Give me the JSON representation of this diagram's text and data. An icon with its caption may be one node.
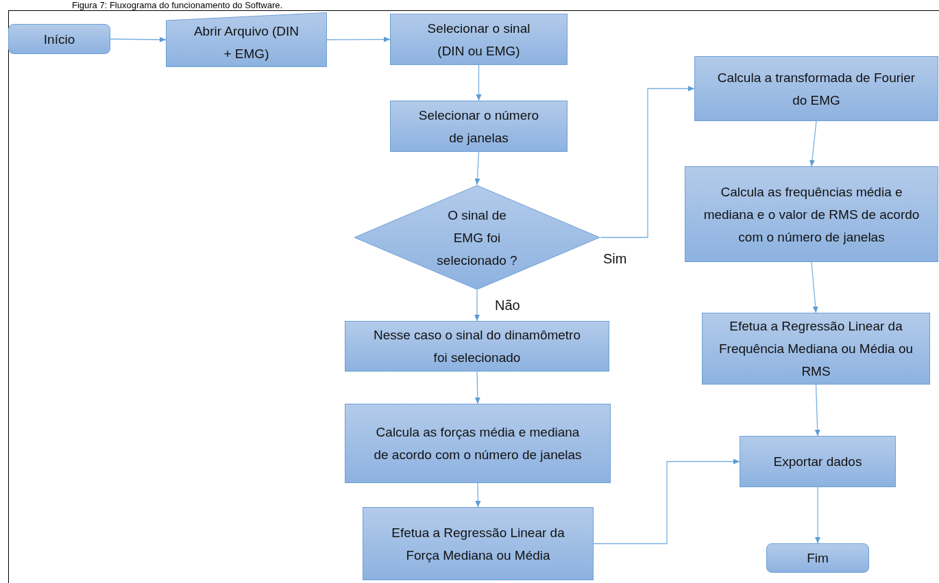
{
  "diagram": {
    "title": "Figura 7: Fluxograma do funcionamento do Software.",
    "nodes": [
      {
        "text": [
          "Início"
        ]
      },
      {
        "text": [
          "Abrir Arquivo (DIN + EMG)"
        ]
      },
      {
        "text": [
          "Selecionar o sinal (DIN ou EMG)"
        ]
      },
      {
        "text": [
          "Selecionar o número de janelas"
        ]
      },
      {
        "text": [
          "O sinal de EMG foi selecionado ?"
        ]
      },
      {
        "text": [
          "Nesse caso o sinal do dinamômetro foi selecionado"
        ]
      },
      {
        "text": [
          "Calcula as forças média e mediana de acordo com o número de janelas"
        ]
      },
      {
        "text": [
          "Efetua a Regressão Linear da Força Mediana ou Média"
        ]
      },
      {
        "text": [
          "Calcula a transformada de Fourier do EMG"
        ]
      },
      {
        "text": [
          "Calcula as frequências média e mediana e o valor de RMS de acordo com o número de janelas"
        ]
      },
      {
        "text": [
          "Efetua a Regressão Linear da Frequência Mediana ou Média ou RMS"
        ]
      },
      {
        "text": [
          "Exportar dados"
        ]
      },
      {
        "text": [
          "Fim"
        ]
      }
    ],
    "edges": [
      {
        "from": 0,
        "to": 1,
        "arrow": "to"
      },
      {
        "from": 1,
        "to": 2,
        "arrow": "to"
      },
      {
        "from": 2,
        "to": 3,
        "arrow": "to"
      },
      {
        "from": 3,
        "to": 4,
        "arrow": "to"
      },
      {
        "from": 4,
        "to": 5,
        "arrow": "to",
        "label": "Não"
      },
      {
        "from": 4,
        "to": 8,
        "arrow": "to",
        "label": "Sim"
      },
      {
        "from": 5,
        "to": 6,
        "arrow": "to"
      },
      {
        "from": 6,
        "to": 7,
        "arrow": "to"
      },
      {
        "from": 7,
        "to": 11,
        "arrow": "to"
      },
      {
        "from": 8,
        "to": 9,
        "arrow": "to"
      },
      {
        "from": 9,
        "to": 10,
        "arrow": "to"
      },
      {
        "from": 10,
        "to": 11,
        "arrow": "to"
      },
      {
        "from": 11,
        "to": 12,
        "arrow": "to"
      }
    ]
  }
}
